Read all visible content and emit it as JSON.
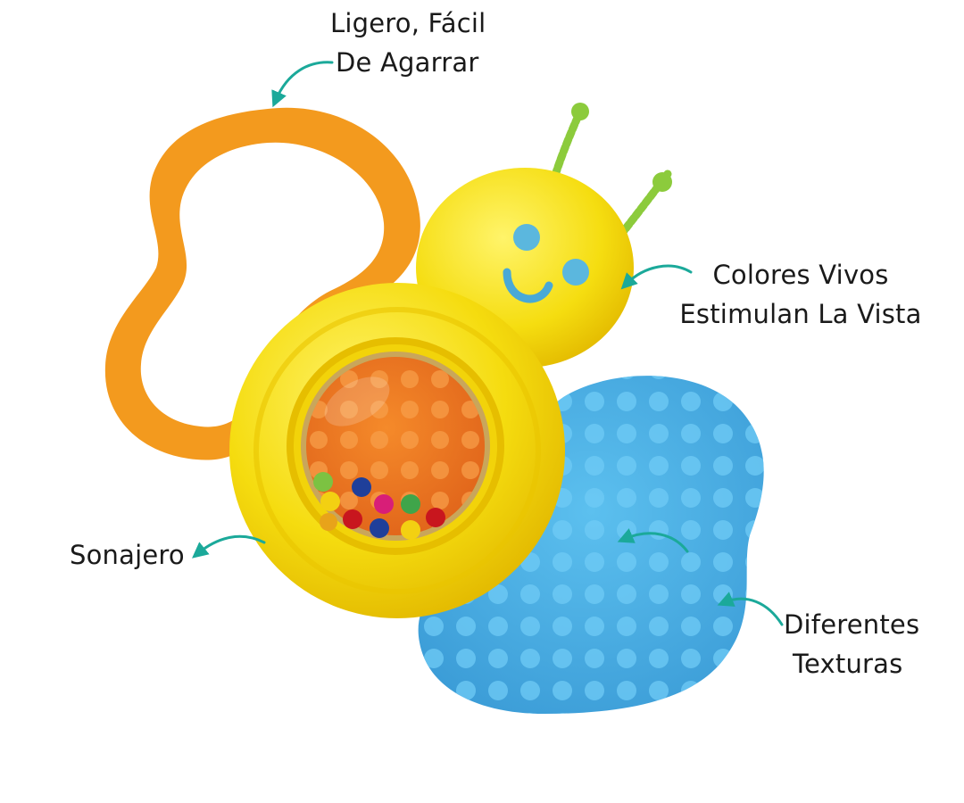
{
  "annotations": {
    "grip": {
      "line1": "Ligero, Fácil",
      "line2": "De Agarrar"
    },
    "colors": {
      "line1": "Colores Vivos",
      "line2": "Estimulan La Vista"
    },
    "rattle": {
      "text": "Sonajero"
    },
    "textures": {
      "line1": "Diferentes",
      "line2": "Texturas"
    }
  },
  "colors": {
    "handle": "#F39A1E",
    "body": "#F6DF12",
    "wing": "#4CAEE3",
    "antenna": "#8CCB3C",
    "arrow": "#1BA99A",
    "eyes": "#5BB7DE"
  }
}
